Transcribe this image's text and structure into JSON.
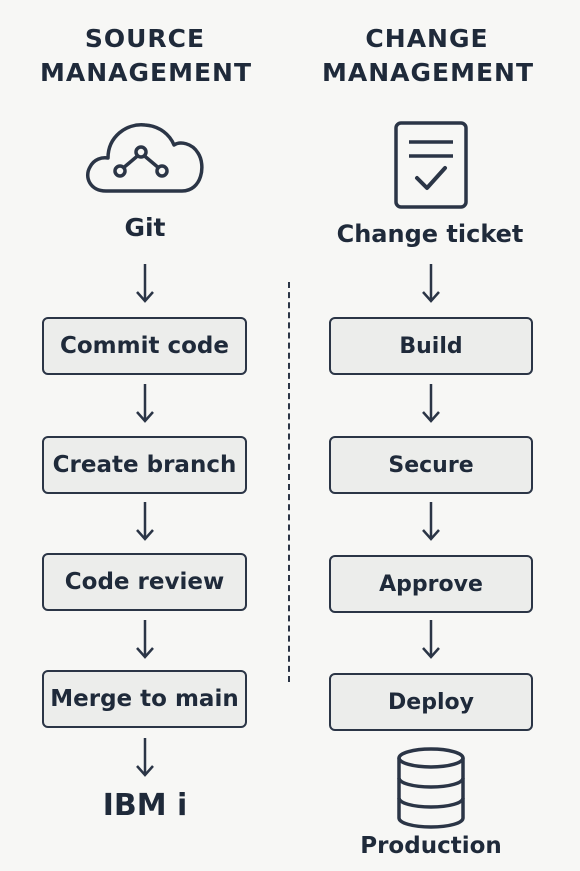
{
  "source": {
    "title_line1": "SOURCE",
    "title_line2": "MANAGEMENT",
    "icon": "cloud-git-icon",
    "origin_label": "Git",
    "steps": [
      "Commit code",
      "Create branch",
      "Code review",
      "Merge to main"
    ],
    "destination_label": "IBM i"
  },
  "change": {
    "title_line1": "CHANGE",
    "title_line2": "MANAGEMENT",
    "icon": "ticket-checklist-icon",
    "origin_label": "Change ticket",
    "steps": [
      "Build",
      "Secure",
      "Approve",
      "Deploy"
    ],
    "destination_icon": "database-icon",
    "destination_label": "Production"
  },
  "colors": {
    "background": "#f7f7f5",
    "box_fill": "#ecedeb",
    "ink": "#2b3546"
  }
}
